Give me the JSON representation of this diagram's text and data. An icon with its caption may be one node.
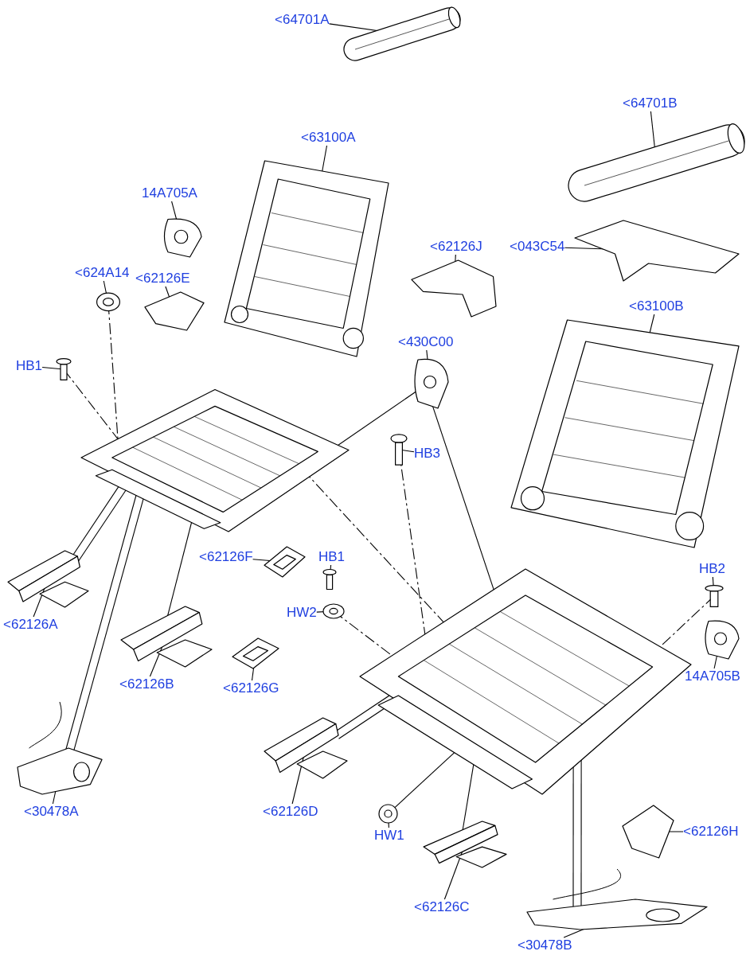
{
  "diagram": {
    "nodes": [
      {
        "text": [
          "<64701A"
        ]
      },
      {
        "text": [],
        "shape": "picture"
      },
      {
        "text": [
          "<64701B"
        ]
      },
      {
        "text": [],
        "shape": "picture"
      },
      {
        "text": [
          "<63100A"
        ]
      },
      {
        "text": [],
        "shape": "picture"
      },
      {
        "text": [
          "14A705A"
        ]
      },
      {
        "text": [],
        "shape": "picture"
      },
      {
        "text": [
          "<62126J"
        ]
      },
      {
        "text": [],
        "shape": "picture"
      },
      {
        "text": [
          "<043C54"
        ]
      },
      {
        "text": [],
        "shape": "picture"
      },
      {
        "text": [
          "<624A14"
        ]
      },
      {
        "text": [],
        "shape": "picture"
      },
      {
        "text": [
          "<62126E"
        ]
      },
      {
        "text": [],
        "shape": "picture"
      },
      {
        "text": [
          "<63100B"
        ]
      },
      {
        "text": [],
        "shape": "picture"
      },
      {
        "text": [
          "<430C00"
        ]
      },
      {
        "text": [],
        "shape": "picture"
      },
      {
        "text": [
          "HB1"
        ]
      },
      {
        "text": [],
        "shape": "picture"
      },
      {
        "text": [],
        "shape": "picture"
      },
      {
        "text": [
          "HB3"
        ]
      },
      {
        "text": [],
        "shape": "picture"
      },
      {
        "text": [
          "<62126F"
        ]
      },
      {
        "text": [],
        "shape": "picture"
      },
      {
        "text": [
          "<62126A"
        ]
      },
      {
        "text": [],
        "shape": "picture"
      },
      {
        "text": [
          "HB1"
        ]
      },
      {
        "text": [],
        "shape": "picture"
      },
      {
        "text": [
          "HW2"
        ]
      },
      {
        "text": [],
        "shape": "picture"
      },
      {
        "text": [
          "HB2"
        ]
      },
      {
        "text": [],
        "shape": "picture"
      },
      {
        "text": [],
        "shape": "picture"
      },
      {
        "text": [
          "<62126B"
        ]
      },
      {
        "text": [],
        "shape": "picture"
      },
      {
        "text": [
          "<62126G"
        ]
      },
      {
        "text": [],
        "shape": "picture"
      },
      {
        "text": [],
        "shape": "picture"
      },
      {
        "text": [
          "<30478A"
        ]
      },
      {
        "text": [
          "<62126D"
        ]
      },
      {
        "text": [],
        "shape": "picture"
      },
      {
        "text": [
          "HW1"
        ]
      },
      {
        "text": [],
        "shape": "picture"
      },
      {
        "text": [
          "14A705B"
        ]
      },
      {
        "text": [],
        "shape": "picture"
      },
      {
        "text": [
          "<62126H"
        ]
      },
      {
        "text": [],
        "shape": "picture"
      },
      {
        "text": [
          "<62126C"
        ]
      },
      {
        "text": [],
        "shape": "picture"
      },
      {
        "text": [
          "<30478B"
        ]
      },
      {
        "text": [],
        "shape": "picture"
      }
    ],
    "edges": [
      {
        "from": 0,
        "to": 1,
        "arrow": "none"
      },
      {
        "from": 2,
        "to": 3,
        "arrow": "none"
      },
      {
        "from": 4,
        "to": 5,
        "arrow": "none"
      },
      {
        "from": 6,
        "to": 7,
        "arrow": "none"
      },
      {
        "from": 8,
        "to": 9,
        "arrow": "none"
      },
      {
        "from": 10,
        "to": 11,
        "arrow": "none"
      },
      {
        "from": 12,
        "to": 13,
        "arrow": "none"
      },
      {
        "from": 14,
        "to": 15,
        "arrow": "none"
      },
      {
        "from": 16,
        "to": 17,
        "arrow": "none"
      },
      {
        "from": 18,
        "to": 19,
        "arrow": "none"
      },
      {
        "from": 20,
        "to": 21,
        "arrow": "none"
      },
      {
        "from": 23,
        "to": 24,
        "arrow": "none"
      },
      {
        "from": 25,
        "to": 26,
        "arrow": "none"
      },
      {
        "from": 27,
        "to": 28,
        "arrow": "none"
      },
      {
        "from": 29,
        "to": 30,
        "arrow": "none"
      },
      {
        "from": 31,
        "to": 32,
        "arrow": "none"
      },
      {
        "from": 33,
        "to": 34,
        "arrow": "none"
      },
      {
        "from": 36,
        "to": 37,
        "arrow": "none"
      },
      {
        "from": 38,
        "to": 39,
        "arrow": "none"
      },
      {
        "from": 41,
        "to": 40,
        "arrow": "none"
      },
      {
        "from": 42,
        "to": 43,
        "arrow": "none"
      },
      {
        "from": 44,
        "to": 45,
        "arrow": "none"
      },
      {
        "from": 46,
        "to": 47,
        "arrow": "none"
      },
      {
        "from": 48,
        "to": 49,
        "arrow": "none"
      },
      {
        "from": 50,
        "to": 51,
        "arrow": "none"
      },
      {
        "from": 52,
        "to": 53,
        "arrow": "none"
      },
      {
        "from": 19,
        "to": 22,
        "arrow": "none"
      },
      {
        "from": 19,
        "to": 35,
        "arrow": "none"
      },
      {
        "from": 28,
        "to": 22,
        "arrow": "none"
      },
      {
        "from": 28,
        "to": 22,
        "arrow": "none"
      },
      {
        "from": 37,
        "to": 22,
        "arrow": "none"
      },
      {
        "from": 40,
        "to": 22,
        "arrow": "none"
      },
      {
        "from": 40,
        "to": 22,
        "arrow": "none"
      },
      {
        "from": 43,
        "to": 35,
        "arrow": "none"
      },
      {
        "from": 43,
        "to": 35,
        "arrow": "none"
      },
      {
        "from": 45,
        "to": 35,
        "arrow": "none"
      },
      {
        "from": 53,
        "to": 35,
        "arrow": "none"
      },
      {
        "from": 53,
        "to": 35,
        "arrow": "none"
      },
      {
        "from": 51,
        "to": 35,
        "arrow": "none"
      },
      {
        "from": 13,
        "to": 22,
        "arrow": "none",
        "style": "dashed"
      },
      {
        "from": 21,
        "to": 22,
        "arrow": "none",
        "style": "dashed"
      },
      {
        "from": 24,
        "to": 35,
        "arrow": "none",
        "style": "dashed"
      },
      {
        "from": 32,
        "to": 35,
        "arrow": "none",
        "style": "dashed"
      },
      {
        "from": 34,
        "to": 35,
        "arrow": "none",
        "style": "dashed"
      },
      {
        "from": 22,
        "to": 35,
        "arrow": "none",
        "style": "dashed"
      }
    ]
  }
}
